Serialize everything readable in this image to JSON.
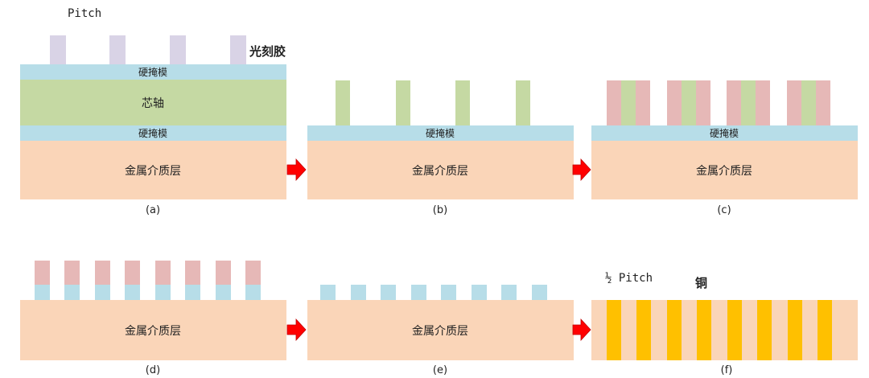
{
  "labels": {
    "pitch": "Pitch",
    "half_pitch": "½ Pitch",
    "photoresist": "光刻胶",
    "copper": "铜",
    "hardmask_top": "硬掩模",
    "mandrel": "芯轴",
    "hardmask_a": "硬掩模",
    "hardmask_b": "硬掩模",
    "hardmask_c": "硬掩模",
    "metal_a": "金属介质层",
    "metal_b": "金属介质层",
    "metal_c": "金属介质层",
    "metal_d": "金属介质层",
    "metal_e": "金属介质层"
  },
  "panels": [
    "(a)",
    "(b)",
    "(c)",
    "(d)",
    "(e)",
    "(f)"
  ],
  "colors": {
    "metal": "#fad5b8",
    "hardmask": "#b7dde8",
    "mandrel": "#c5d9a3",
    "photoresist": "#d9d3e6",
    "spacer": "#e6b8b7",
    "copper": "#ffc000",
    "arrow": "#ff0000"
  }
}
